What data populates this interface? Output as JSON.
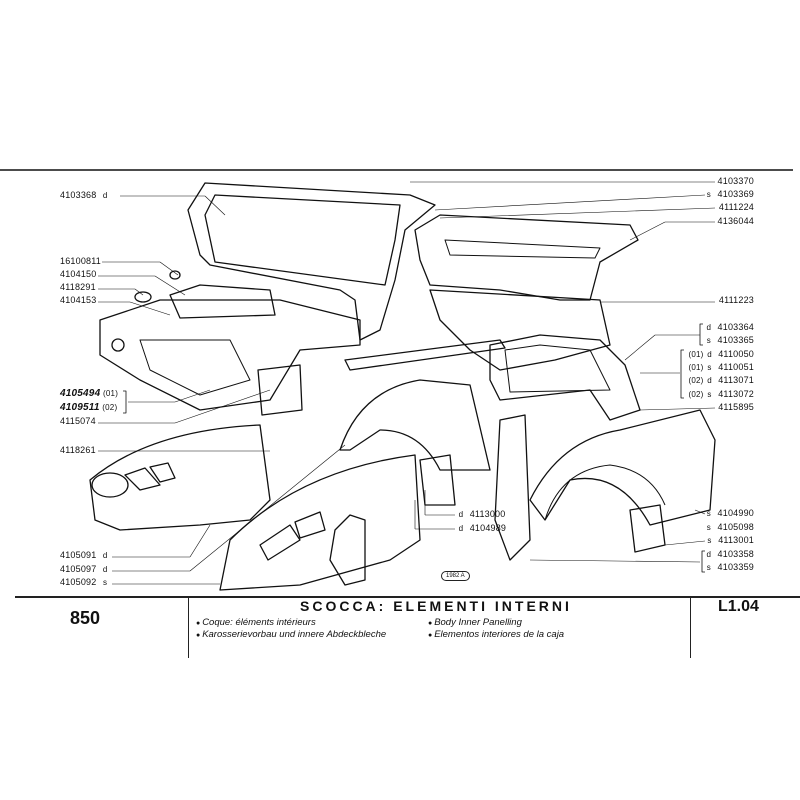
{
  "sheet": {
    "model": "850",
    "title": "SCOCCA: ELEMENTI INTERNI",
    "code": "L1.04",
    "stamp": "1982 A",
    "descriptions": [
      "Coque: éléments intérieurs",
      "Karosserievorbau und innere Abdeckbleche",
      "Body Inner Panelling",
      "Elementos interiores de la caja"
    ]
  },
  "left_labels": [
    {
      "part": "4103368",
      "side": "d"
    },
    {
      "part": "16100811",
      "side": ""
    },
    {
      "part": "4104150",
      "side": ""
    },
    {
      "part": "4118291",
      "side": ""
    },
    {
      "part": "4104153",
      "side": ""
    },
    {
      "part": "4105494",
      "variant": "(01)"
    },
    {
      "part": "4109511",
      "variant": "(02)"
    },
    {
      "part": "4115074",
      "side": ""
    },
    {
      "part": "4118261",
      "side": ""
    },
    {
      "part": "4105091",
      "side": "d"
    },
    {
      "part": "4105097",
      "side": "d"
    },
    {
      "part": "4105092",
      "side": "s"
    }
  ],
  "right_labels": [
    {
      "part": "4103370",
      "side": "",
      "variant": ""
    },
    {
      "part": "4103369",
      "side": "s",
      "variant": ""
    },
    {
      "part": "4111224",
      "side": "",
      "variant": ""
    },
    {
      "part": "4136044",
      "side": "",
      "variant": ""
    },
    {
      "part": "4111223",
      "side": "",
      "variant": ""
    },
    {
      "part": "4103364",
      "side": "d",
      "variant": ""
    },
    {
      "part": "4103365",
      "side": "s",
      "variant": ""
    },
    {
      "part": "4110050",
      "side": "d",
      "variant": "(01)"
    },
    {
      "part": "4110051",
      "side": "s",
      "variant": "(01)"
    },
    {
      "part": "4113071",
      "side": "d",
      "variant": "(02)"
    },
    {
      "part": "4113072",
      "side": "s",
      "variant": "(02)"
    },
    {
      "part": "4115895",
      "side": "",
      "variant": ""
    },
    {
      "part": "4104990",
      "side": "s",
      "variant": ""
    },
    {
      "part": "4105098",
      "side": "s",
      "variant": ""
    },
    {
      "part": "4113001",
      "side": "s",
      "variant": ""
    },
    {
      "part": "4103358",
      "side": "d",
      "variant": ""
    },
    {
      "part": "4103359",
      "side": "s",
      "variant": ""
    }
  ],
  "mid_labels": [
    {
      "part": "4113000",
      "side": "d"
    },
    {
      "part": "4104989",
      "side": "d"
    }
  ]
}
